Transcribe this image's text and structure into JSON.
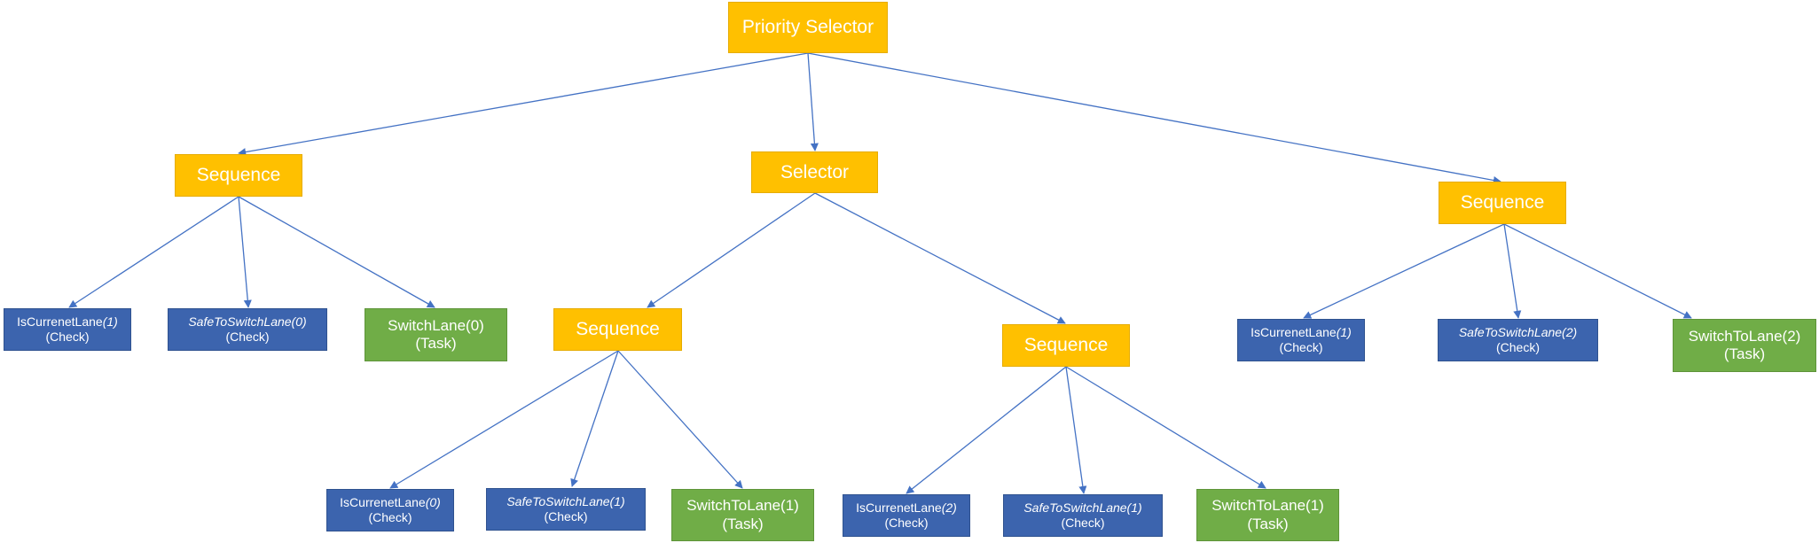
{
  "nodes": {
    "root": {
      "label": "Priority Selector"
    },
    "seq_left": {
      "label": "Sequence"
    },
    "selector": {
      "label": "Selector"
    },
    "seq_right": {
      "label": "Sequence"
    },
    "seq_mid_a": {
      "label": "Sequence"
    },
    "seq_mid_b": {
      "label": "Sequence"
    },
    "l_is_current": {
      "name": "IsCurrenetLane",
      "arg": "(1)",
      "kind": "(Check)"
    },
    "l_safe": {
      "name": "SafeToSwitchLane(0)",
      "kind": "(Check)"
    },
    "l_switch": {
      "name": "SwitchLane(0)",
      "kind": "(Task)"
    },
    "a_is_current": {
      "name": "IsCurrenetLane",
      "arg": "(0)",
      "kind": "(Check)"
    },
    "a_safe": {
      "name": "SafeToSwitchLane(1)",
      "kind": "(Check)"
    },
    "a_switch": {
      "name": "SwitchToLane(1)",
      "kind": "(Task)"
    },
    "b_is_current": {
      "name": "IsCurrenetLane",
      "arg": "(2)",
      "kind": "(Check)"
    },
    "b_safe": {
      "name": "SafeToSwitchLane(1)",
      "kind": "(Check)"
    },
    "b_switch": {
      "name": "SwitchToLane(1)",
      "kind": "(Task)"
    },
    "r_is_current": {
      "name": "IsCurrenetLane",
      "arg": "(1)",
      "kind": "(Check)"
    },
    "r_safe": {
      "name": "SafeToSwitchLane(2)",
      "kind": "(Check)"
    },
    "r_switch": {
      "name": "SwitchToLane(2)",
      "kind": "(Task)"
    }
  },
  "colors": {
    "composite": "#FFC000",
    "check": "#3C64AE",
    "task": "#70AD47",
    "edge": "#4472C4"
  }
}
